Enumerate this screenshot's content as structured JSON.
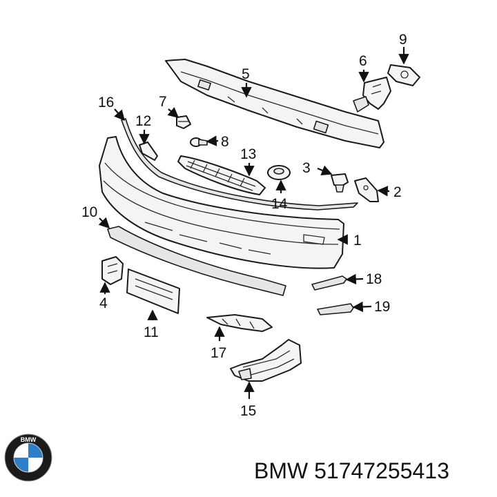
{
  "callouts": [
    "1",
    "2",
    "3",
    "4",
    "5",
    "6",
    "7",
    "8",
    "9",
    "10",
    "11",
    "12",
    "13",
    "14",
    "15",
    "16",
    "17",
    "18",
    "19"
  ],
  "caption": {
    "brand": "BMW",
    "part_number": "51747255413"
  },
  "logo": {
    "letters": "BMW",
    "icon": "bmw-roundel-icon",
    "colors": {
      "ring": "#1b1b1b",
      "blue": "#2f7fc8",
      "white": "#ffffff"
    }
  }
}
